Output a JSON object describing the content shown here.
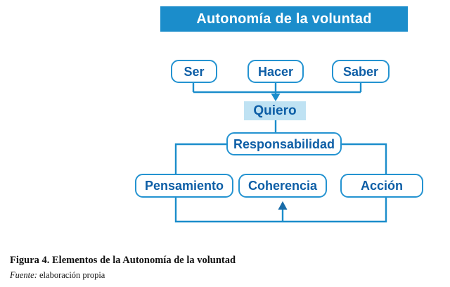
{
  "figure": {
    "title_banner": {
      "text": "Autonomía de la voluntad",
      "background_color": "#1b8dcb",
      "text_color": "#ffffff"
    },
    "colors": {
      "node_border": "#2493d1",
      "node_text": "#0d5ea6",
      "connector": "#1b8dcb",
      "highlight_fill": "#bfe2f3",
      "banner": "#1b8dcb"
    },
    "nodes": {
      "ser": "Ser",
      "hacer": "Hacer",
      "saber": "Saber",
      "quiero": "Quiero",
      "responsabilidad": "Responsabilidad",
      "pensamiento": "Pensamiento",
      "coherencia": "Coherencia",
      "accion": "Acción"
    }
  },
  "caption": {
    "title": "Figura 4. Elementos de la Autonomía de la voluntad",
    "source_label": "Fuente:",
    "source_value": "elaboración propia"
  }
}
